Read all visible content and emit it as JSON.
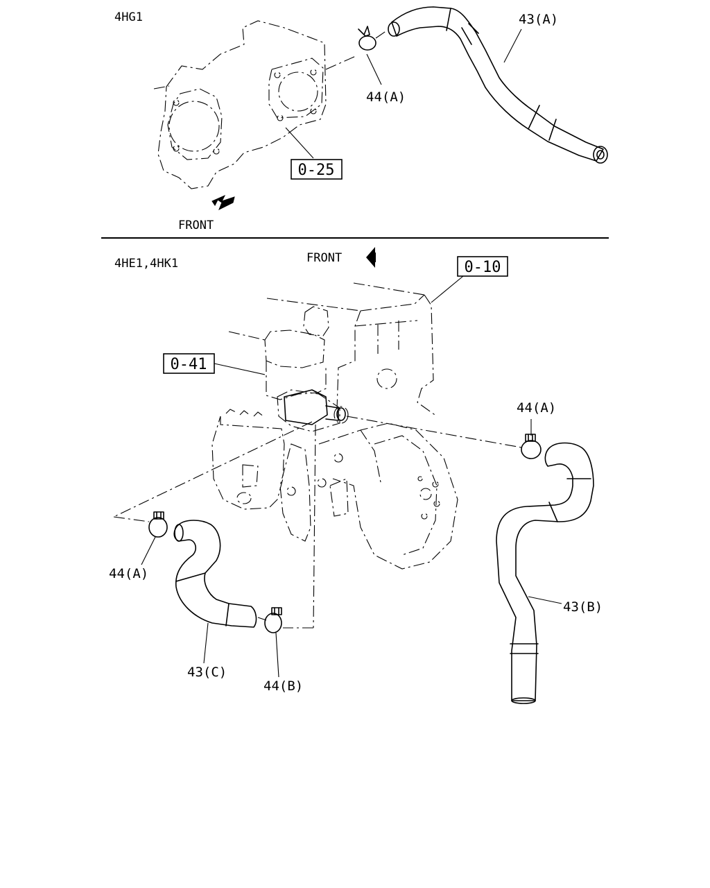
{
  "sections": [
    {
      "model_label": "4HG1",
      "front_label": "FRONT",
      "parts": [
        {
          "ref": "43(A)"
        },
        {
          "ref": "44(A)"
        }
      ],
      "section_refs": [
        "0-25"
      ]
    },
    {
      "model_label": "4HE1,4HK1",
      "front_label": "FRONT",
      "parts": [
        {
          "ref": "44(A)"
        },
        {
          "ref": "44(A)"
        },
        {
          "ref": "43(B)"
        },
        {
          "ref": "43(C)"
        },
        {
          "ref": "44(B)"
        }
      ],
      "section_refs": [
        "0-10",
        "0-41"
      ]
    }
  ]
}
